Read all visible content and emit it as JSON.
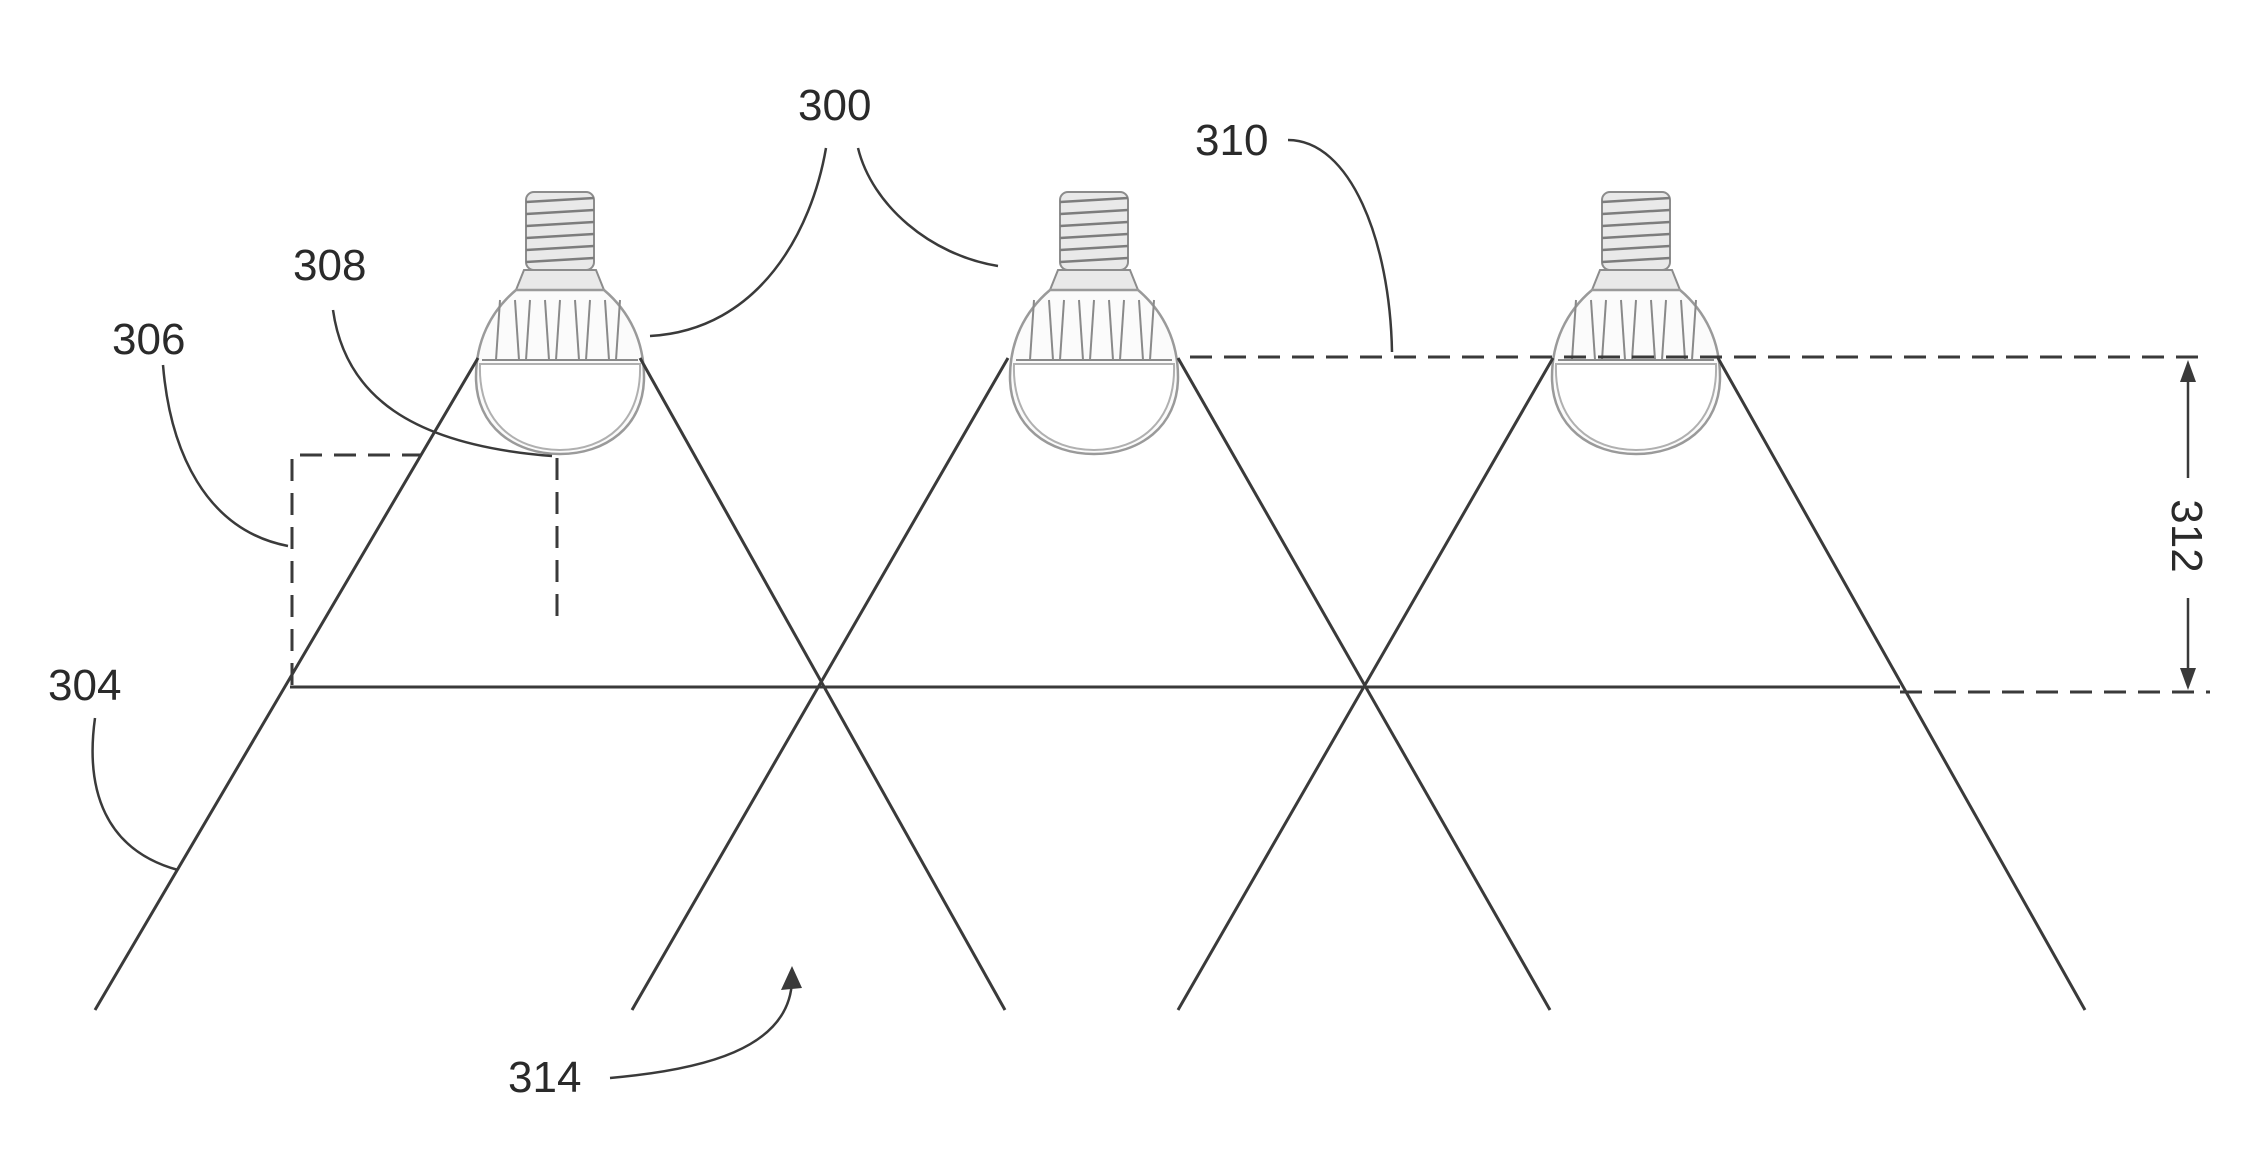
{
  "labels": {
    "l300": "300",
    "l304": "304",
    "l306": "306",
    "l308": "308",
    "l310": "310",
    "l312": "312",
    "l314": "314"
  },
  "colors": {
    "line": "#3a3a3a",
    "text": "#2a2a2a",
    "background": "#ffffff"
  },
  "bulb_count": 3
}
